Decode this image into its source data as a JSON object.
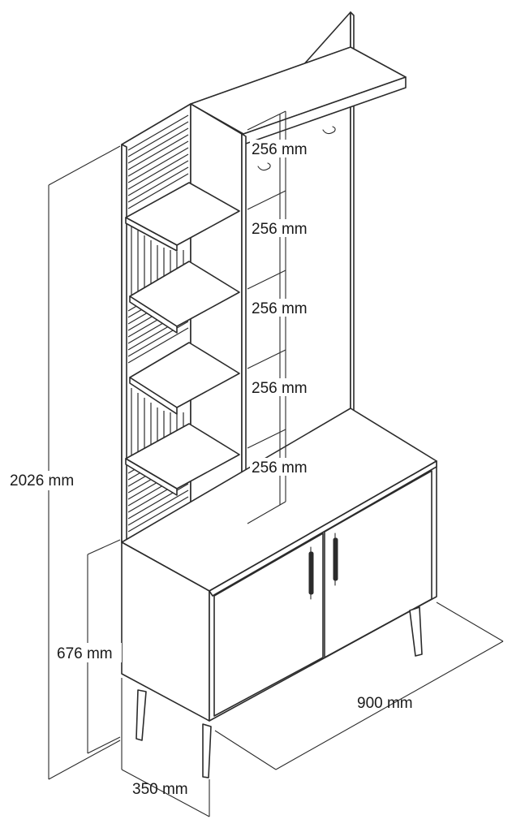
{
  "dimensions": {
    "total_height": "2026 mm",
    "cabinet_height": "676 mm",
    "width": "900 mm",
    "depth": "350 mm",
    "shelf_spacing": [
      "256 mm",
      "256 mm",
      "256 mm",
      "256 mm",
      "256 mm"
    ]
  }
}
